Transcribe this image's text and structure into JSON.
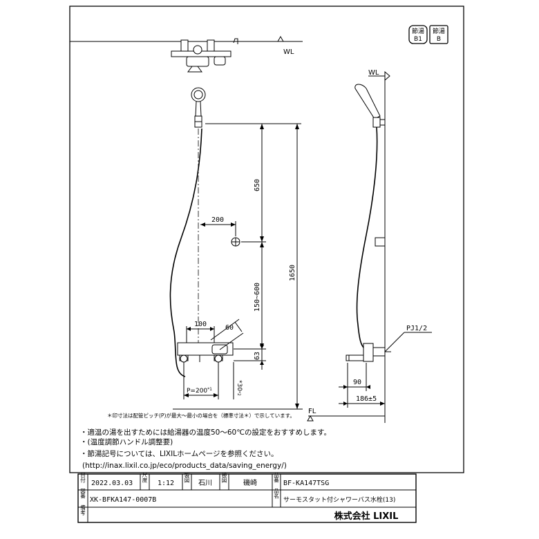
{
  "badges": {
    "badge1": {
      "top": "節湯",
      "bottom": "B1"
    },
    "badge2": {
      "top": "節湯",
      "bottom": "B"
    }
  },
  "labels": {
    "wl_top": "WL",
    "wl_side": "WL",
    "fl": "FL",
    "pj": "PJ1/2",
    "pitch": "P=200",
    "pitch_sup": "*1",
    "pitch_note": "*30",
    "pitch_note_sup": "*2"
  },
  "dims": {
    "d650": "650",
    "d1650": "1650",
    "d150_600": "150~600",
    "d200": "200",
    "d100": "100",
    "d60": "60",
    "d63": "63",
    "d90": "90",
    "d186": "186±5"
  },
  "footnote": {
    "line0": "＊印寸法は配管ピッチ(P)が最大～最小の場合を（標準寸法＊）で示しています。"
  },
  "notes": {
    "line1": "・適温の湯を出すためには給湯器の温度50～60℃の設定をおすすめします。",
    "line2": "・(温度調節ハンドル調整要)",
    "line3": "・節湯記号については、LIXILホームページを参照ください。",
    "line4": "(http://inax.lixil.co.jp/eco/products_data/saving_energy/)"
  },
  "titleblock": {
    "date_label": "日付",
    "date": "2022.03.03",
    "scale_label": "尺度",
    "scale": "1:12",
    "drawn_label": "製図",
    "drawn": "石川",
    "check_label": "検図",
    "check": "磯崎",
    "product_label": "品番",
    "product": "BF-KA147TSG",
    "drawing_label": "図番",
    "drawing": "XK-BFKA147-0007B",
    "name_label": "品名",
    "name": "サーモスタット付シャワーバス水栓(13)",
    "remarks_label": "備考",
    "remarks": "",
    "company": "株式会社 LIXIL"
  }
}
